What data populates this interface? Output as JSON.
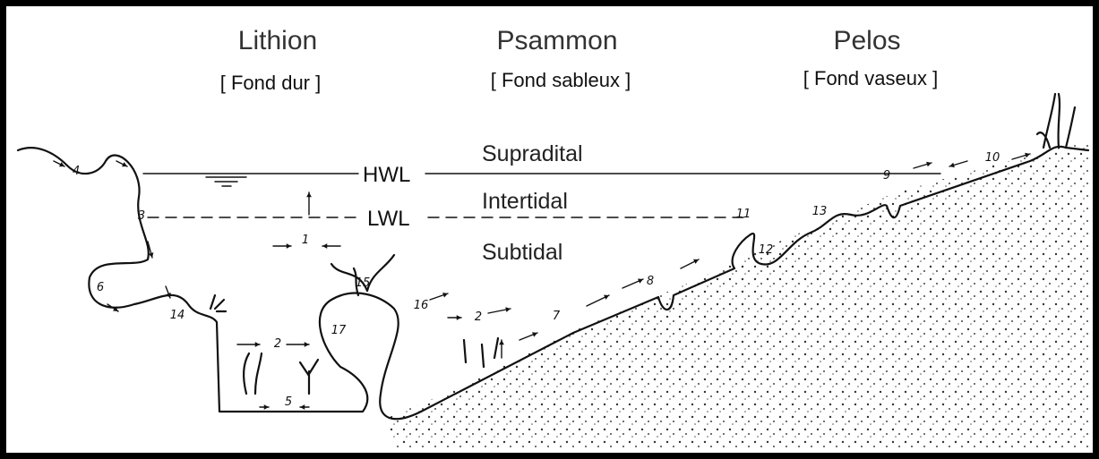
{
  "zones": [
    {
      "name": "Lithion",
      "type": "[ Fond dur ]"
    },
    {
      "name": "Psammon",
      "type": "[ Fond sableux ]"
    },
    {
      "name": "Pelos",
      "type": "[ Fond vaseux ]"
    }
  ],
  "levels": {
    "supra": "Supradital",
    "inter": "Intertidal",
    "sub": "Subtidal"
  },
  "lines": {
    "hwl": "HWL",
    "lwl": "LWL"
  },
  "numbers": [
    "1",
    "2",
    "2",
    "3",
    "4",
    "5",
    "6",
    "7",
    "8",
    "9",
    "10",
    "11",
    "12",
    "13",
    "14",
    "15",
    "16",
    "17"
  ]
}
